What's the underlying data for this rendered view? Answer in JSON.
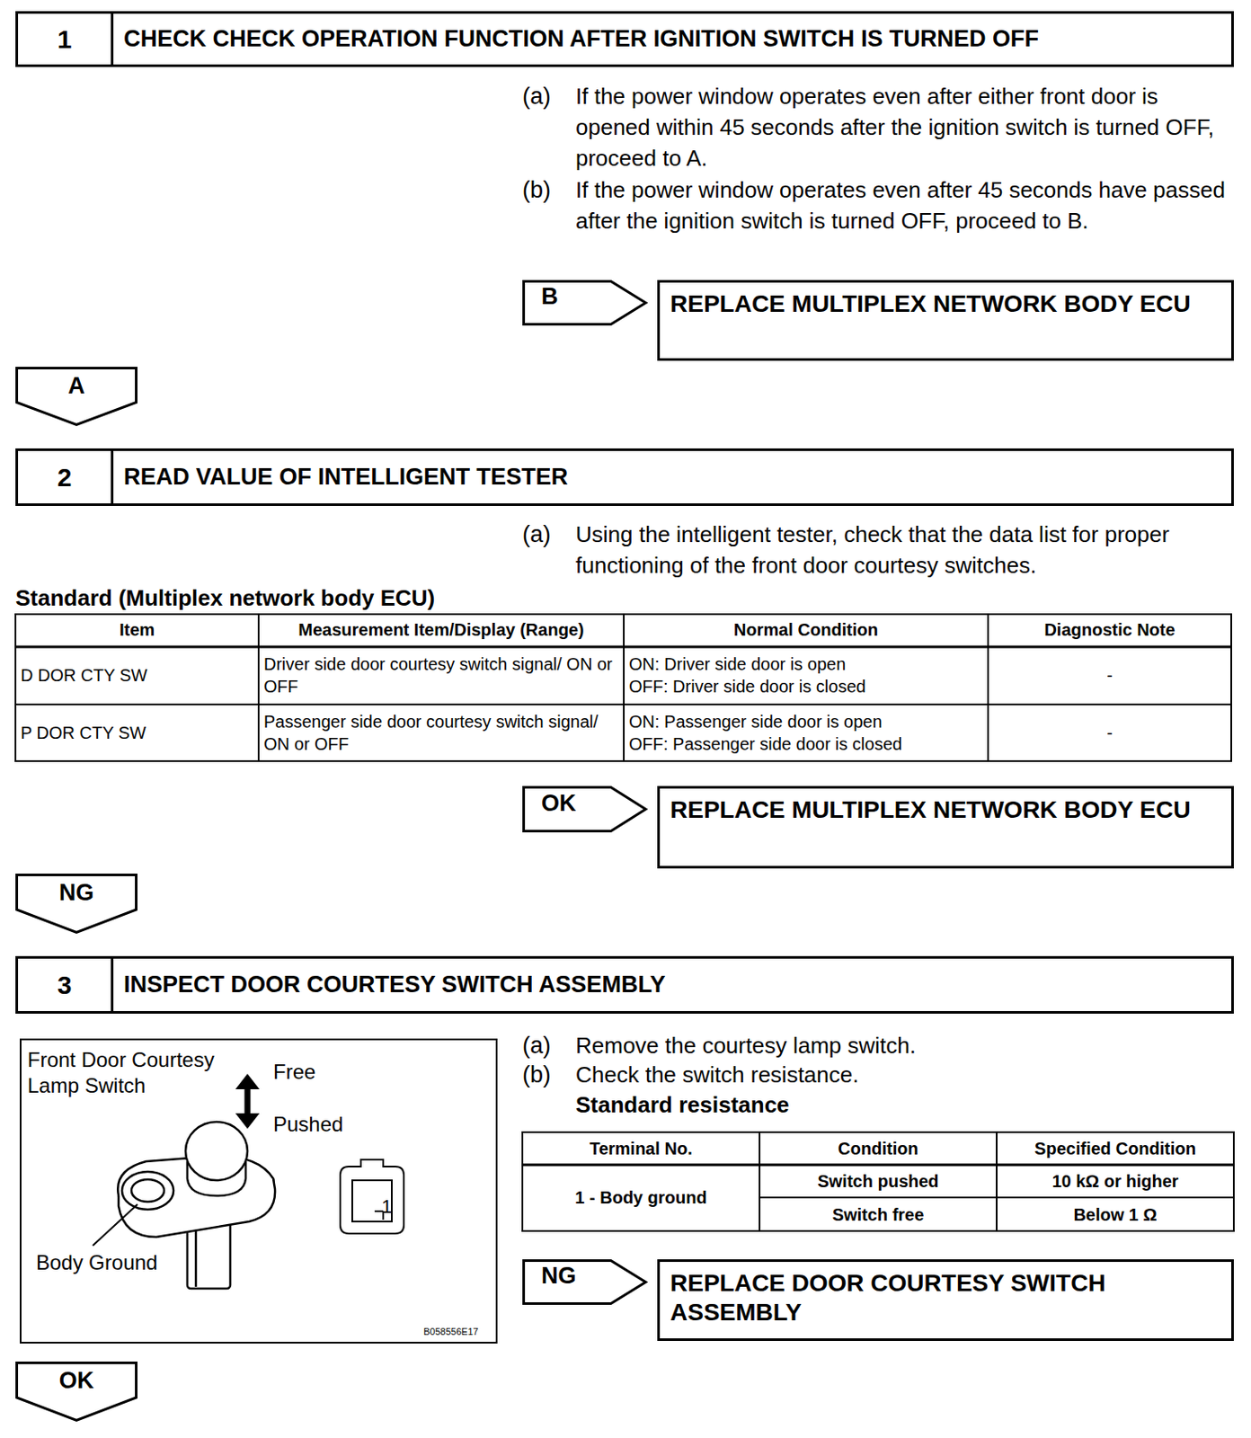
{
  "diagram": {
    "nodes": [
      {
        "text": [
          "1",
          "CHECK CHECK OPERATION FUNCTION AFTER IGNITION SWITCH IS TURNED OFF"
        ]
      },
      {
        "text": [
          "B"
        ]
      },
      {
        "text": [
          "REPLACE MULTIPLEX NETWORK BODY ECU"
        ]
      },
      {
        "text": [
          "A"
        ]
      },
      {
        "text": [
          "2",
          "READ VALUE OF INTELLIGENT TESTER"
        ]
      },
      {
        "text": [
          "OK"
        ]
      },
      {
        "text": [
          "REPLACE MULTIPLEX NETWORK BODY ECU"
        ]
      },
      {
        "text": [
          "NG"
        ]
      },
      {
        "text": [
          "3",
          "INSPECT DOOR COURTESY SWITCH ASSEMBLY"
        ]
      },
      {
        "text": [
          "Front Door Courtesy Lamp Switch",
          "Free",
          "Pushed",
          "Body Ground",
          "1",
          "B058556E17"
        ]
      },
      {
        "text": [
          "NG"
        ]
      },
      {
        "text": [
          "REPLACE DOOR COURTESY SWITCH ASSEMBLY"
        ]
      },
      {
        "text": [
          "OK"
        ]
      }
    ],
    "labels": [
      "(a)",
      "If the power window operates even after either front door is opened within 45 seconds after the ignition switch is turned OFF, proceed to A.",
      "(b)",
      "If the power window operates even after 45 seconds have passed after the ignition switch is turned OFF, proceed to B.",
      "(a)",
      "Using the intelligent tester, check that the data list for proper functioning of the front door courtesy switches.",
      "Standard (Multiplex network body ECU)",
      "Item",
      "Measurement Item/Display (Range)",
      "Normal Condition",
      "Diagnostic Note",
      "D DOR CTY SW",
      "Driver side door courtesy switch signal/ ON or OFF",
      "ON: Driver side door is open",
      "OFF: Driver side door is closed",
      "-",
      "P DOR CTY SW",
      "Passenger side door courtesy switch signal/ ON or OFF",
      "ON: Passenger side door is open",
      "OFF: Passenger side door is closed",
      "-",
      "(a)",
      "Remove the courtesy lamp switch.",
      "(b)",
      "Check the switch resistance.",
      "Standard resistance",
      "Terminal No.",
      "Condition",
      "Specified Condition",
      "1 - Body ground",
      "Switch pushed",
      "10 kΩ or higher",
      "Switch free",
      "Below 1 Ω"
    ]
  }
}
